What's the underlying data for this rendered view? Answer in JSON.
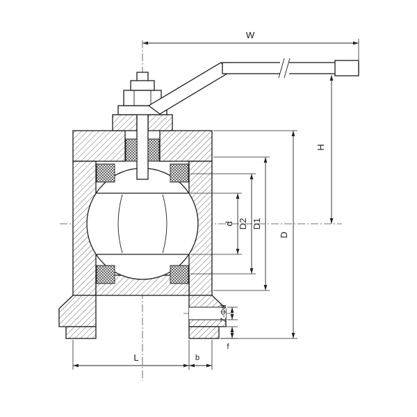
{
  "drawing": {
    "kind": "flanged-ball-valve-cross-section",
    "colors": {
      "line": "#1a1a1a",
      "background": "#ffffff"
    },
    "labels": {
      "W": "W",
      "H": "H",
      "d": "d",
      "D2": "D2",
      "D1": "D1",
      "D": "D",
      "Z_phi_d": "Z-Φd",
      "f": "f",
      "b": "b",
      "L": "L"
    }
  }
}
